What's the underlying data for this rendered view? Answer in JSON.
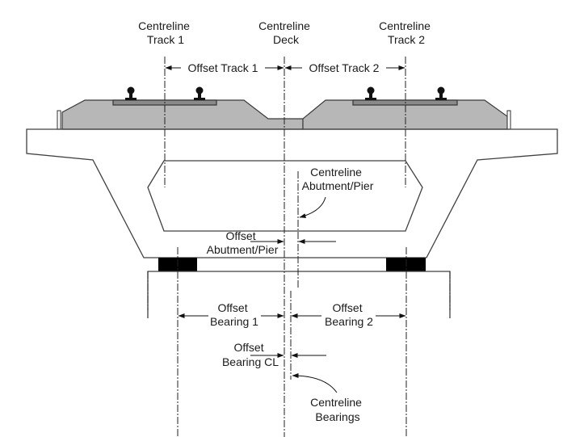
{
  "title": "Bridge deck cross-section with centreline offsets",
  "labels": {
    "centreline_track_1": [
      "Centreline",
      "Track 1"
    ],
    "centreline_deck": [
      "Centreline",
      "Deck"
    ],
    "centreline_track_2": [
      "Centreline",
      "Track 2"
    ],
    "offset_track_1": "Offset Track 1",
    "offset_track_2": "Offset Track 2",
    "centreline_abutment_pier": [
      "Centreline",
      "Abutment/Pier"
    ],
    "offset_abutment_pier": [
      "Offset",
      "Abutment/Pier"
    ],
    "offset_bearing_1": [
      "Offset",
      "Bearing 1"
    ],
    "offset_bearing_2": [
      "Offset",
      "Bearing 2"
    ],
    "offset_bearing_cl": [
      "Offset",
      "Bearing CL"
    ],
    "centreline_bearings": [
      "Centreline",
      "Bearings"
    ]
  },
  "colors": {
    "ballast": "#b7b7b7",
    "sleeper": "#8a8a8a",
    "bearing": "#000000",
    "outline": "#404040"
  }
}
